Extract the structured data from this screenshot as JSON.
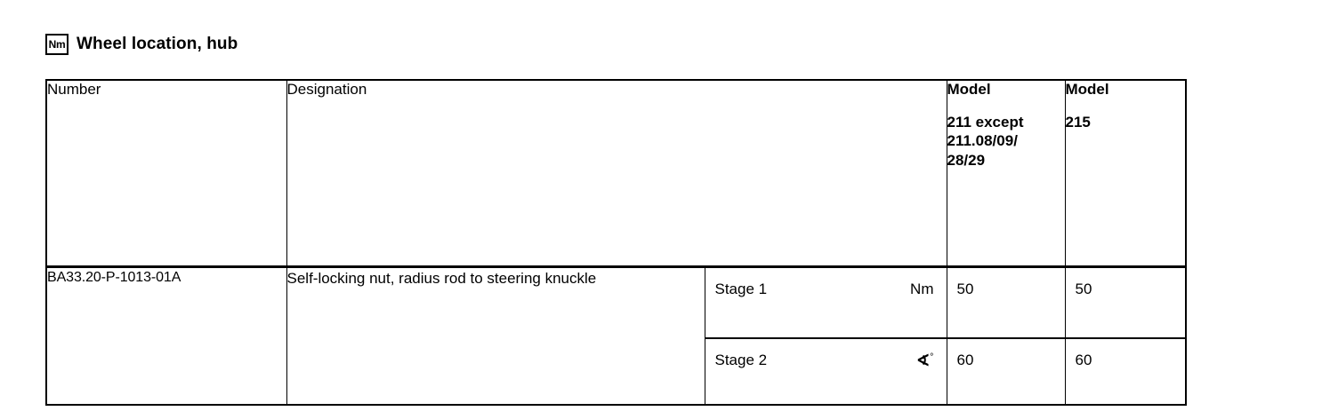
{
  "heading": {
    "icon_label": "Nm",
    "icon_name": "nm-unit-icon",
    "title": "Wheel location, hub"
  },
  "table": {
    "columns": [
      {
        "key": "number",
        "label": "Number"
      },
      {
        "key": "designation",
        "label": "Designation"
      },
      {
        "key": "stage",
        "label": ""
      },
      {
        "key": "model_a",
        "label": "Model",
        "detail": "211 except\n211.08/09/\n28/29"
      },
      {
        "key": "model_b",
        "label": "Model",
        "detail": "215"
      }
    ],
    "header": {
      "number": "Number",
      "designation": "Designation",
      "model_a_label": "Model",
      "model_a_detail_line1": "211 except",
      "model_a_detail_line2": "211.08/09/",
      "model_a_detail_line3": "28/29",
      "model_b_label": "Model",
      "model_b_detail": "215"
    },
    "rows": [
      {
        "number": "BA33.20-P-1013-01A",
        "designation": "Self-locking nut, radius rod to steering knuckle",
        "stages": [
          {
            "name": "Stage 1",
            "unit": "Nm",
            "unit_kind": "torque",
            "model_a_value": "50",
            "model_b_value": "50"
          },
          {
            "name": "Stage 2",
            "unit": "∢°",
            "unit_kind": "angle",
            "unit_symbol": "∢",
            "unit_degree": "°",
            "model_a_value": "60",
            "model_b_value": "60"
          }
        ]
      }
    ]
  },
  "colors": {
    "text": "#000000",
    "background": "#ffffff",
    "rule": "#000000"
  }
}
